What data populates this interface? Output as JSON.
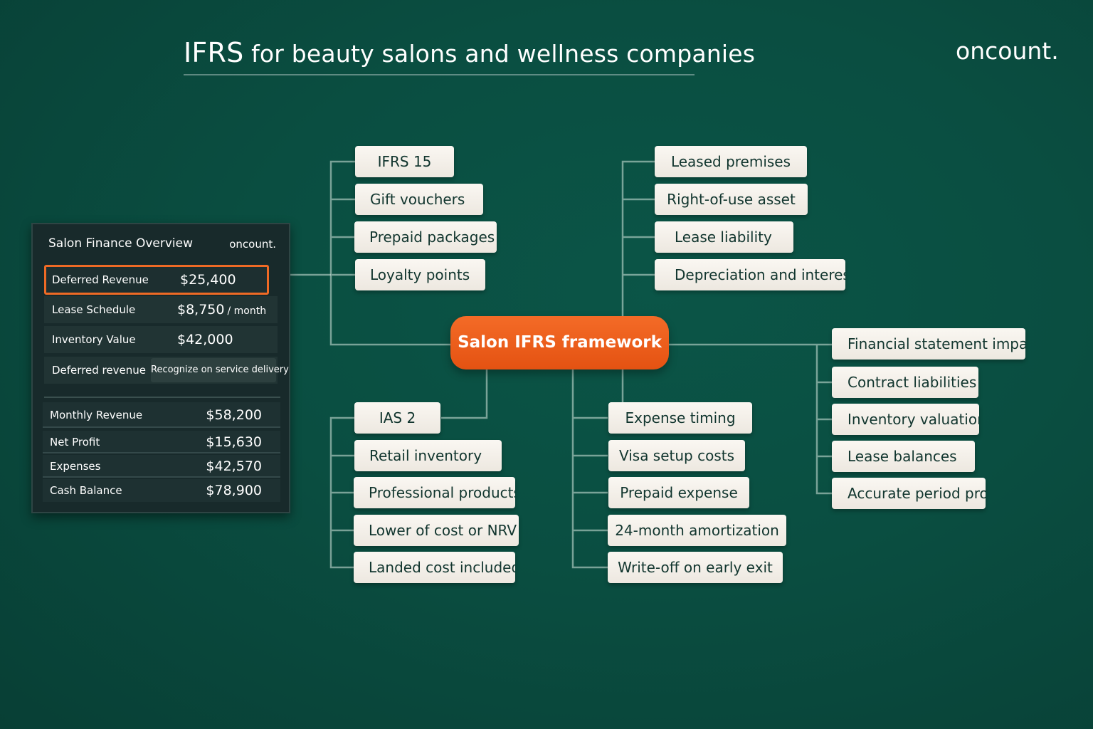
{
  "header": {
    "title_prefix": "IFRS",
    "title_rest": "for beauty salons and wellness companies",
    "brand": "oncount."
  },
  "hub": {
    "label": "Salon IFRS framework"
  },
  "branches": {
    "revenue": [
      "IFRS 15",
      "Gift vouchers",
      "Prepaid packages",
      "Loyalty points"
    ],
    "leases": [
      "Leased premises",
      "Right-of-use asset",
      "Lease liability",
      "Depreciation and interest"
    ],
    "inventory": [
      "IAS 2",
      "Retail inventory",
      "Professional products",
      "Lower of cost or NRV",
      "Landed cost included"
    ],
    "expenses": [
      "Expense timing",
      "Visa setup costs",
      "Prepaid expense",
      "24-month amortization",
      "Write-off on early exit"
    ],
    "impact": [
      "Financial statement impact",
      "Contract liabilities",
      "Inventory valuation",
      "Lease balances",
      "Accurate period profit"
    ]
  },
  "panel": {
    "title": "Salon Finance Overview",
    "brand": "oncount.",
    "rows": [
      {
        "label": "Deferred Revenue",
        "value": "$25,400",
        "unit": ""
      },
      {
        "label": "Lease Schedule",
        "value": "$8,750",
        "unit": "/ month"
      },
      {
        "label": "Inventory Value",
        "value": "$42,000",
        "unit": ""
      }
    ],
    "policy": {
      "label": "Deferred revenue",
      "value": "Recognize on service delivery"
    },
    "summary": [
      {
        "label": "Monthly Revenue",
        "value": "$58,200"
      },
      {
        "label": "Net Profit",
        "value": "$15,630"
      },
      {
        "label": "Expenses",
        "value": "$42,570"
      },
      {
        "label": "Cash Balance",
        "value": "$78,900"
      }
    ]
  },
  "colors": {
    "background": "#0a4e41",
    "hub": "#ee5f1c",
    "node": "#f4f0ea",
    "highlight_border": "#ef6a25",
    "panel": "#182a2b"
  }
}
